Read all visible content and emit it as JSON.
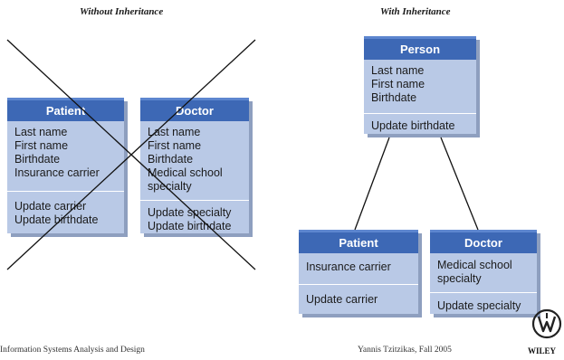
{
  "headings": {
    "without": "Without Inheritance",
    "with": "With Inheritance"
  },
  "without_inheritance": {
    "patient": {
      "name": "Patient",
      "attributes": [
        "Last name",
        "First name",
        "Birthdate",
        "Insurance carrier"
      ],
      "operations": [
        "Update carrier",
        "Update birthdate"
      ]
    },
    "doctor": {
      "name": "Doctor",
      "attributes": [
        "Last name",
        "First name",
        "Birthdate",
        "Medical school",
        "specialty"
      ],
      "operations": [
        "Update specialty",
        "Update birthdate"
      ]
    }
  },
  "with_inheritance": {
    "person": {
      "name": "Person",
      "attributes": [
        "Last name",
        "First name",
        "Birthdate"
      ],
      "operations": [
        "Update birthdate"
      ]
    },
    "patient": {
      "name": "Patient",
      "attributes": [
        "Insurance carrier"
      ],
      "operations": [
        "Update carrier"
      ]
    },
    "doctor": {
      "name": "Doctor",
      "attributes": [
        "Medical school",
        "specialty"
      ],
      "operations": [
        "Update specialty"
      ]
    }
  },
  "footer": {
    "left": "Information Systems Analysis and Design",
    "right": "Yannis Tzitzikas, Fall 2005"
  },
  "logo": {
    "icon": "wiley-logo-icon",
    "text": "WILEY"
  },
  "colors": {
    "header": "#3d68b5",
    "body": "#b9c9e6",
    "shadow": "#8e9fbf",
    "cross": "#111111"
  }
}
